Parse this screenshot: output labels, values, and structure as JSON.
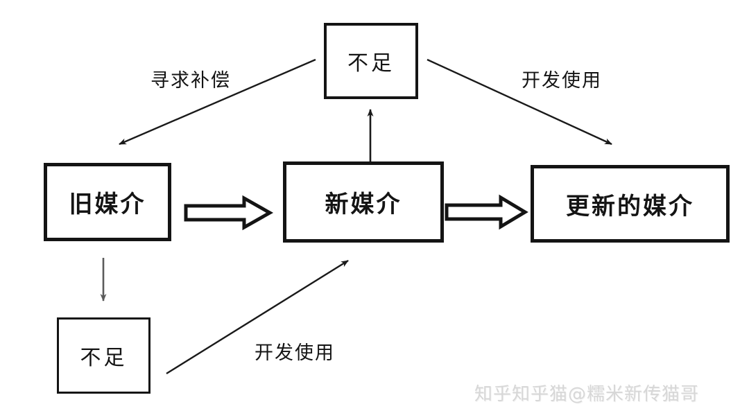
{
  "diagram": {
    "title_hint": "media-evolution-flow",
    "nodes": [
      {
        "id": "deficiency-top",
        "label": "不足"
      },
      {
        "id": "old-media",
        "label": "旧媒介"
      },
      {
        "id": "new-media",
        "label": "新媒介"
      },
      {
        "id": "newer-media",
        "label": "更新的媒介"
      },
      {
        "id": "deficiency-bottom",
        "label": "不足"
      }
    ],
    "edges": [
      {
        "from": "old-media",
        "to": "new-media",
        "type": "block-arrow",
        "label": ""
      },
      {
        "from": "new-media",
        "to": "newer-media",
        "type": "block-arrow",
        "label": ""
      },
      {
        "from": "new-media",
        "to": "deficiency-top",
        "type": "line-up",
        "label": ""
      },
      {
        "from": "deficiency-top",
        "to": "old-media",
        "type": "line",
        "label": "寻求补偿"
      },
      {
        "from": "deficiency-top",
        "to": "newer-media",
        "type": "line",
        "label": "开发使用"
      },
      {
        "from": "old-media",
        "to": "deficiency-bottom",
        "type": "line-down",
        "label": ""
      },
      {
        "from": "deficiency-bottom",
        "to": "new-media",
        "type": "line",
        "label": "开发使用"
      }
    ],
    "watermark": "知乎知乎猫@糯米新传猫哥",
    "colors": {
      "line": "#1a1a1a",
      "gray_line": "#5a5a5a",
      "box_border": "#141414",
      "box_fill": "#ffffff",
      "watermark": "#d7d7d7",
      "background": "#ffffff"
    }
  }
}
